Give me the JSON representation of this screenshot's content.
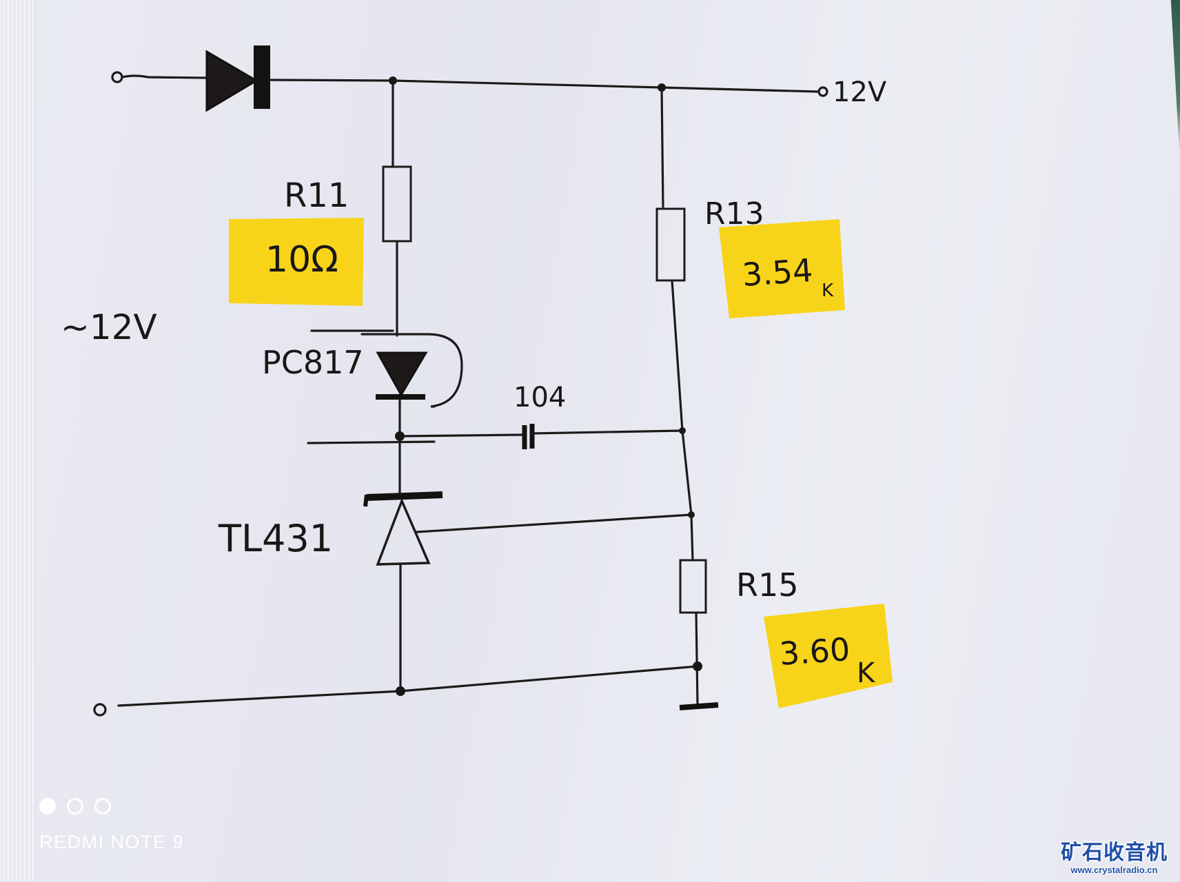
{
  "schematic": {
    "input_ac_label": "~12V",
    "output_label": "12V",
    "components": {
      "r11": {
        "name": "R11",
        "value": "10Ω"
      },
      "r13": {
        "name": "R13",
        "value": "3.54",
        "unit": "K"
      },
      "r15": {
        "name": "R15",
        "value": "3.60",
        "unit": "K"
      },
      "optocoupler": {
        "name": "PC817"
      },
      "capacitor": {
        "name": "104"
      },
      "regulator": {
        "name": "TL431"
      }
    },
    "note_color": "#f7d41a",
    "ink_color": "#1a1717"
  },
  "camera_watermark": {
    "dots": [
      "filled",
      "empty",
      "empty"
    ],
    "label": "REDMI NOTE 9"
  },
  "site_watermark": {
    "title": "矿石收音机",
    "url": "www.crystalradio.cn",
    "color": "#1f4fa6"
  }
}
